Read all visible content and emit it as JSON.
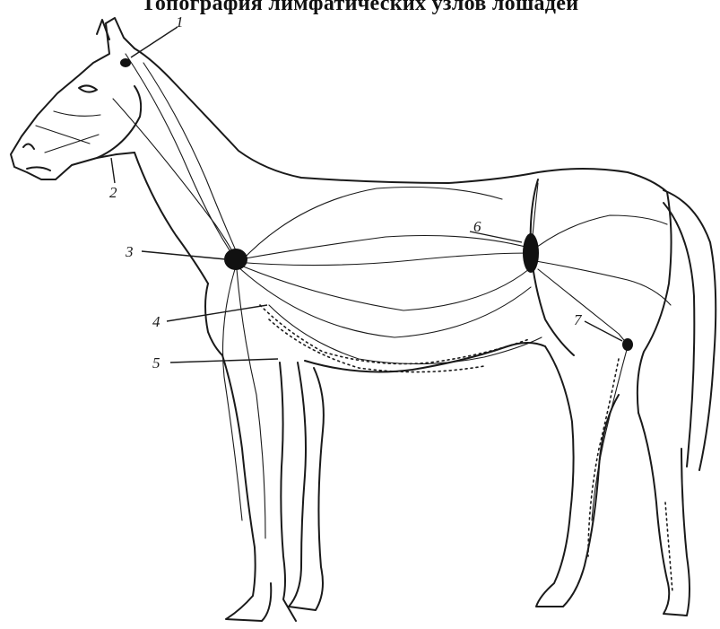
{
  "title": "Топография лимфатических узлов лошадей",
  "callouts": [
    {
      "label": "1"
    },
    {
      "label": "2"
    },
    {
      "label": "3"
    },
    {
      "label": "4"
    },
    {
      "label": "5"
    },
    {
      "label": "6"
    },
    {
      "label": "7"
    }
  ],
  "colors": {
    "ink": "#1a1a1a",
    "background": "#ffffff"
  }
}
